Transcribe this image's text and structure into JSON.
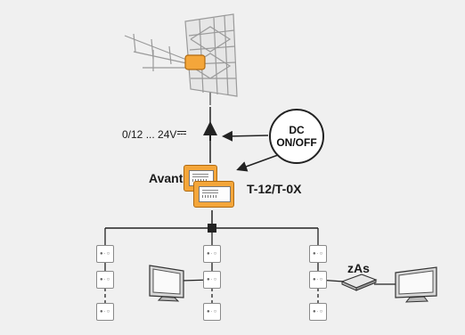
{
  "labels": {
    "voltage": "0/12 ... 24V",
    "dc_line1": "DC",
    "dc_line2": "ON/OFF",
    "avant": "Avant",
    "model": "T-12/T-0X",
    "zas": "zAs"
  },
  "colors": {
    "background": "#f0f0f0",
    "amplifier_orange": "#f4a63a",
    "line": "#222222"
  },
  "icons": [
    "yagi-antenna-icon",
    "power-arrow-icon",
    "tv-icon",
    "zas-receiver-icon",
    "wall-outlet-icon"
  ]
}
